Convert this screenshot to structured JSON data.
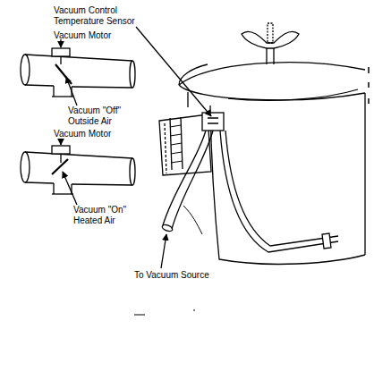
{
  "diagram": {
    "labels": [
      "Vacuum Control Temperature Sensor",
      "Vacuum Motor",
      "Vacuum \"Off\" Outside Air",
      "Vacuum Motor",
      "Vacuum \"On\" Heated Air",
      "To Vacuum Source"
    ]
  }
}
